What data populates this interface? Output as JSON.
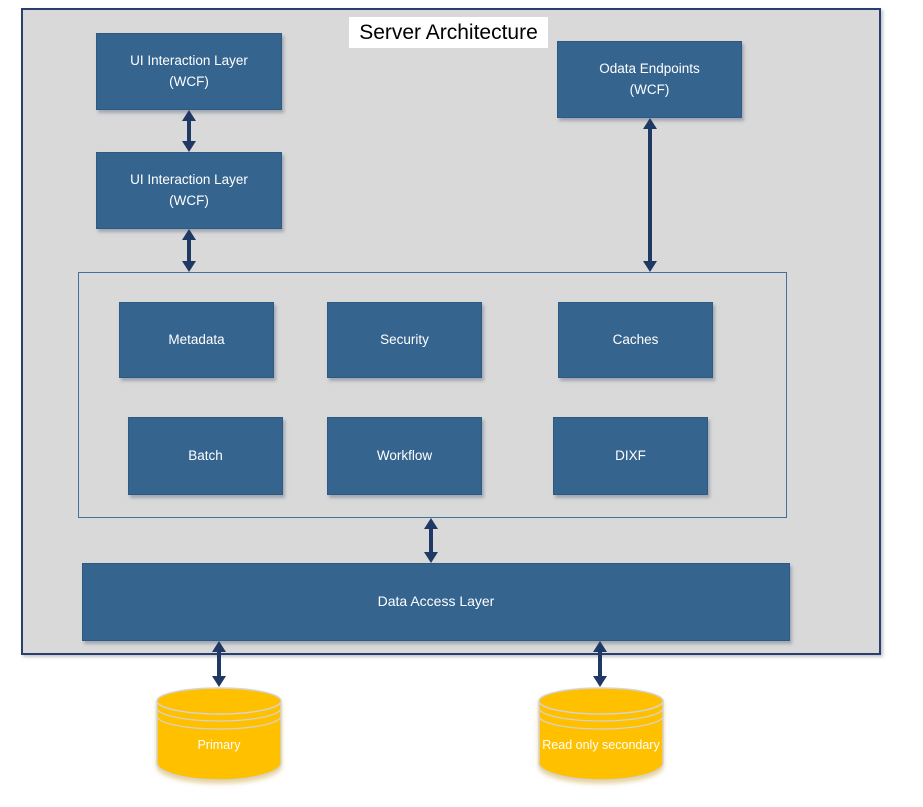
{
  "title": "Server Architecture",
  "nodes": {
    "ui_top": {
      "line1": "UI Interaction Layer",
      "line2": "(WCF)"
    },
    "ui_bottom": {
      "line1": "UI Interaction Layer",
      "line2": "(WCF)"
    },
    "odata": {
      "line1": "Odata Endpoints",
      "line2": "(WCF)"
    },
    "metadata": {
      "label": "Metadata"
    },
    "security": {
      "label": "Security"
    },
    "caches": {
      "label": "Caches"
    },
    "batch": {
      "label": "Batch"
    },
    "workflow": {
      "label": "Workflow"
    },
    "dixf": {
      "label": "DIXF"
    },
    "dal": {
      "label": "Data Access Layer"
    }
  },
  "databases": {
    "primary": {
      "label": "Primary"
    },
    "secondary": {
      "label": "Read only secondary"
    }
  },
  "colors": {
    "panel_background": "#D9D9D9",
    "panel_border": "#2B3F6E",
    "node_fill": "#35648F",
    "node_text": "#FFFFFF",
    "arrow": "#1F3864",
    "services_container_border": "#41719C",
    "database_fill": "#FFC000",
    "database_outline": "#D5D3D3",
    "title_text": "#000000",
    "title_background": "#FFFFFF"
  }
}
